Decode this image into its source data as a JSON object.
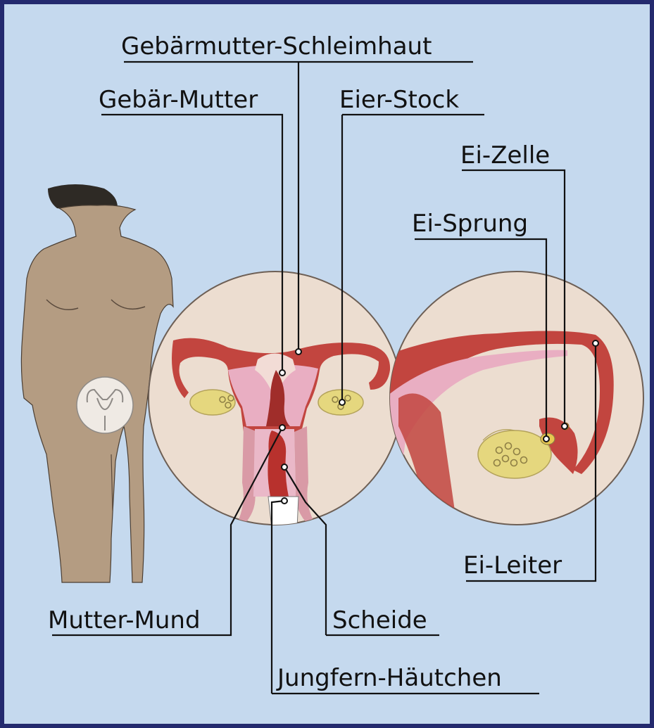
{
  "labels": {
    "endometrium": "Gebärmutter-Schleimhaut",
    "uterus": "Gebär-Mutter",
    "ovary": "Eier-Stock",
    "egg_cell": "Ei-Zelle",
    "ovulation": "Ei-Sprung",
    "fallopian_tube": "Ei-Leiter",
    "cervix": "Mutter-Mund",
    "vagina": "Scheide",
    "hymen": "Jungfern-Häutchen"
  },
  "colors": {
    "frame_border": "#242a6e",
    "background": "#c5d9ee",
    "skin": "#b49c82",
    "circle_fill": "#ecddd0",
    "organ_red": "#c2453f",
    "organ_pink": "#e9aec2",
    "ovary_yellow": "#e5d77e",
    "leader_line": "#111111"
  }
}
